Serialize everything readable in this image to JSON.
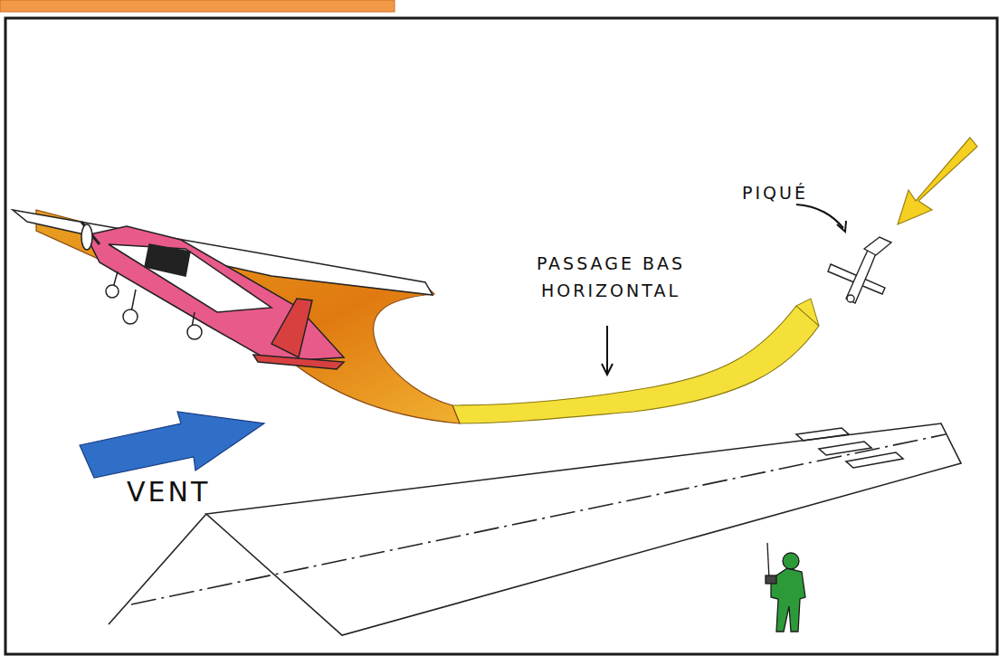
{
  "diagram": {
    "labels": [
      "PIQUÉ",
      "PASSAGE BAS HORIZONTAL",
      "VENT"
    ]
  }
}
